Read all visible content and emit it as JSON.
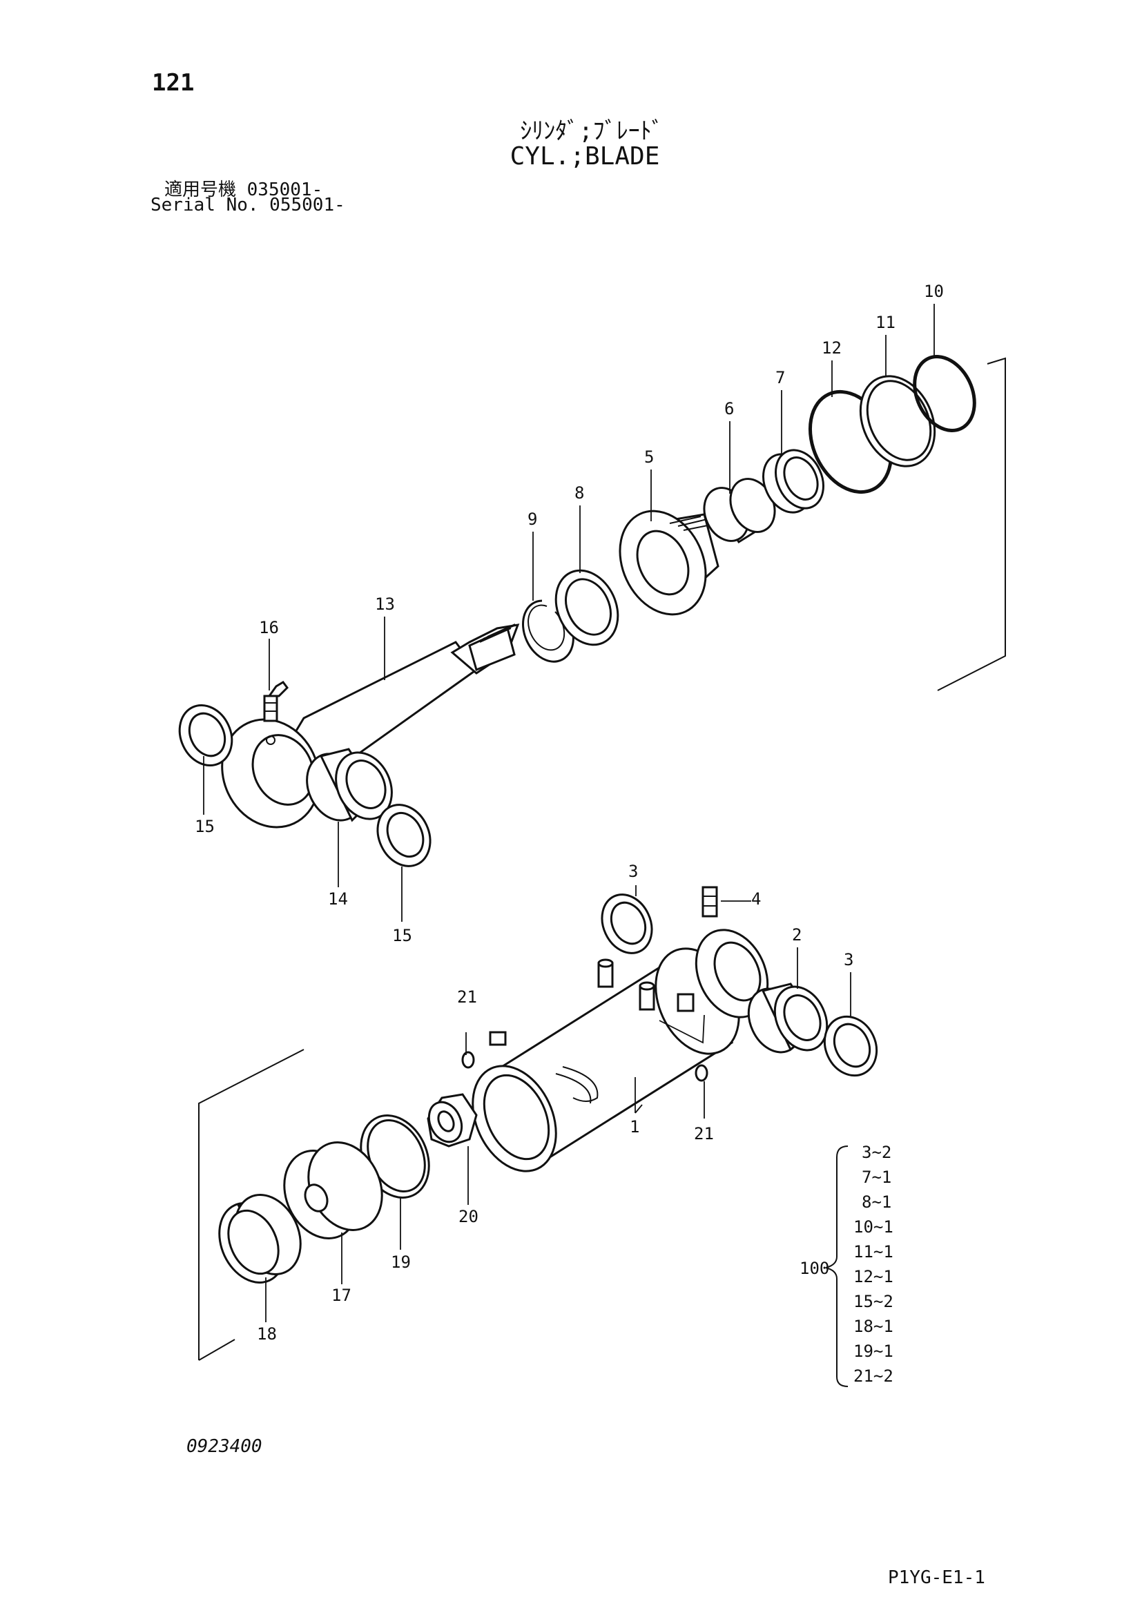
{
  "page_number": "121",
  "title_jp": "ｼﾘﾝﾀﾞ;ﾌﾞﾚｰﾄﾞ",
  "title_en": "CYL.;BLADE",
  "serial_jp": "適用号機  035001-",
  "serial_en": "Serial No. 055001-",
  "drawing_number": "0923400",
  "page_code": "P1YG-E1-1",
  "callouts": [
    "1",
    "2",
    "3",
    "3",
    "4",
    "5",
    "6",
    "7",
    "8",
    "9",
    "10",
    "11",
    "12",
    "13",
    "14",
    "15",
    "15",
    "16",
    "17",
    "18",
    "19",
    "20",
    "21",
    "21"
  ],
  "kit": {
    "number": "100",
    "items": [
      "3~2",
      "7~1",
      "8~1",
      "10~1",
      "11~1",
      "12~1",
      "15~2",
      "18~1",
      "19~1",
      "21~2"
    ]
  }
}
